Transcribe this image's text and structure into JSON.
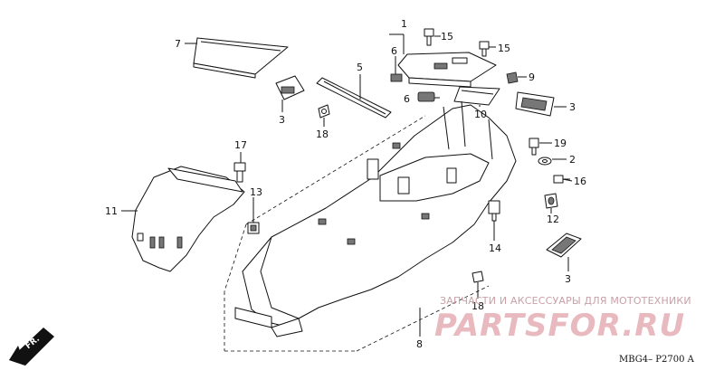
{
  "diagram": {
    "watermark_caption": "ЗАПЧАСТИ И АКСЕССУАРЫ ДЛЯ МОТОТЕХНИКИ",
    "watermark_logo": "PARTSFOR.RU",
    "drawing_code": "MBG4– P2700 A",
    "direction_label": "FR.",
    "callouts": {
      "c1": "1",
      "c2": "2",
      "c3a": "3",
      "c3b": "3",
      "c3c": "3",
      "c5": "5",
      "c6a": "6",
      "c6b": "6",
      "c7": "7",
      "c8": "8",
      "c9": "9",
      "c10": "10",
      "c11": "11",
      "c12": "12",
      "c13": "13",
      "c14": "14",
      "c15a": "15",
      "c15b": "15",
      "c16": "16",
      "c17": "17",
      "c18a": "18",
      "c18b": "18",
      "c19": "19"
    }
  }
}
